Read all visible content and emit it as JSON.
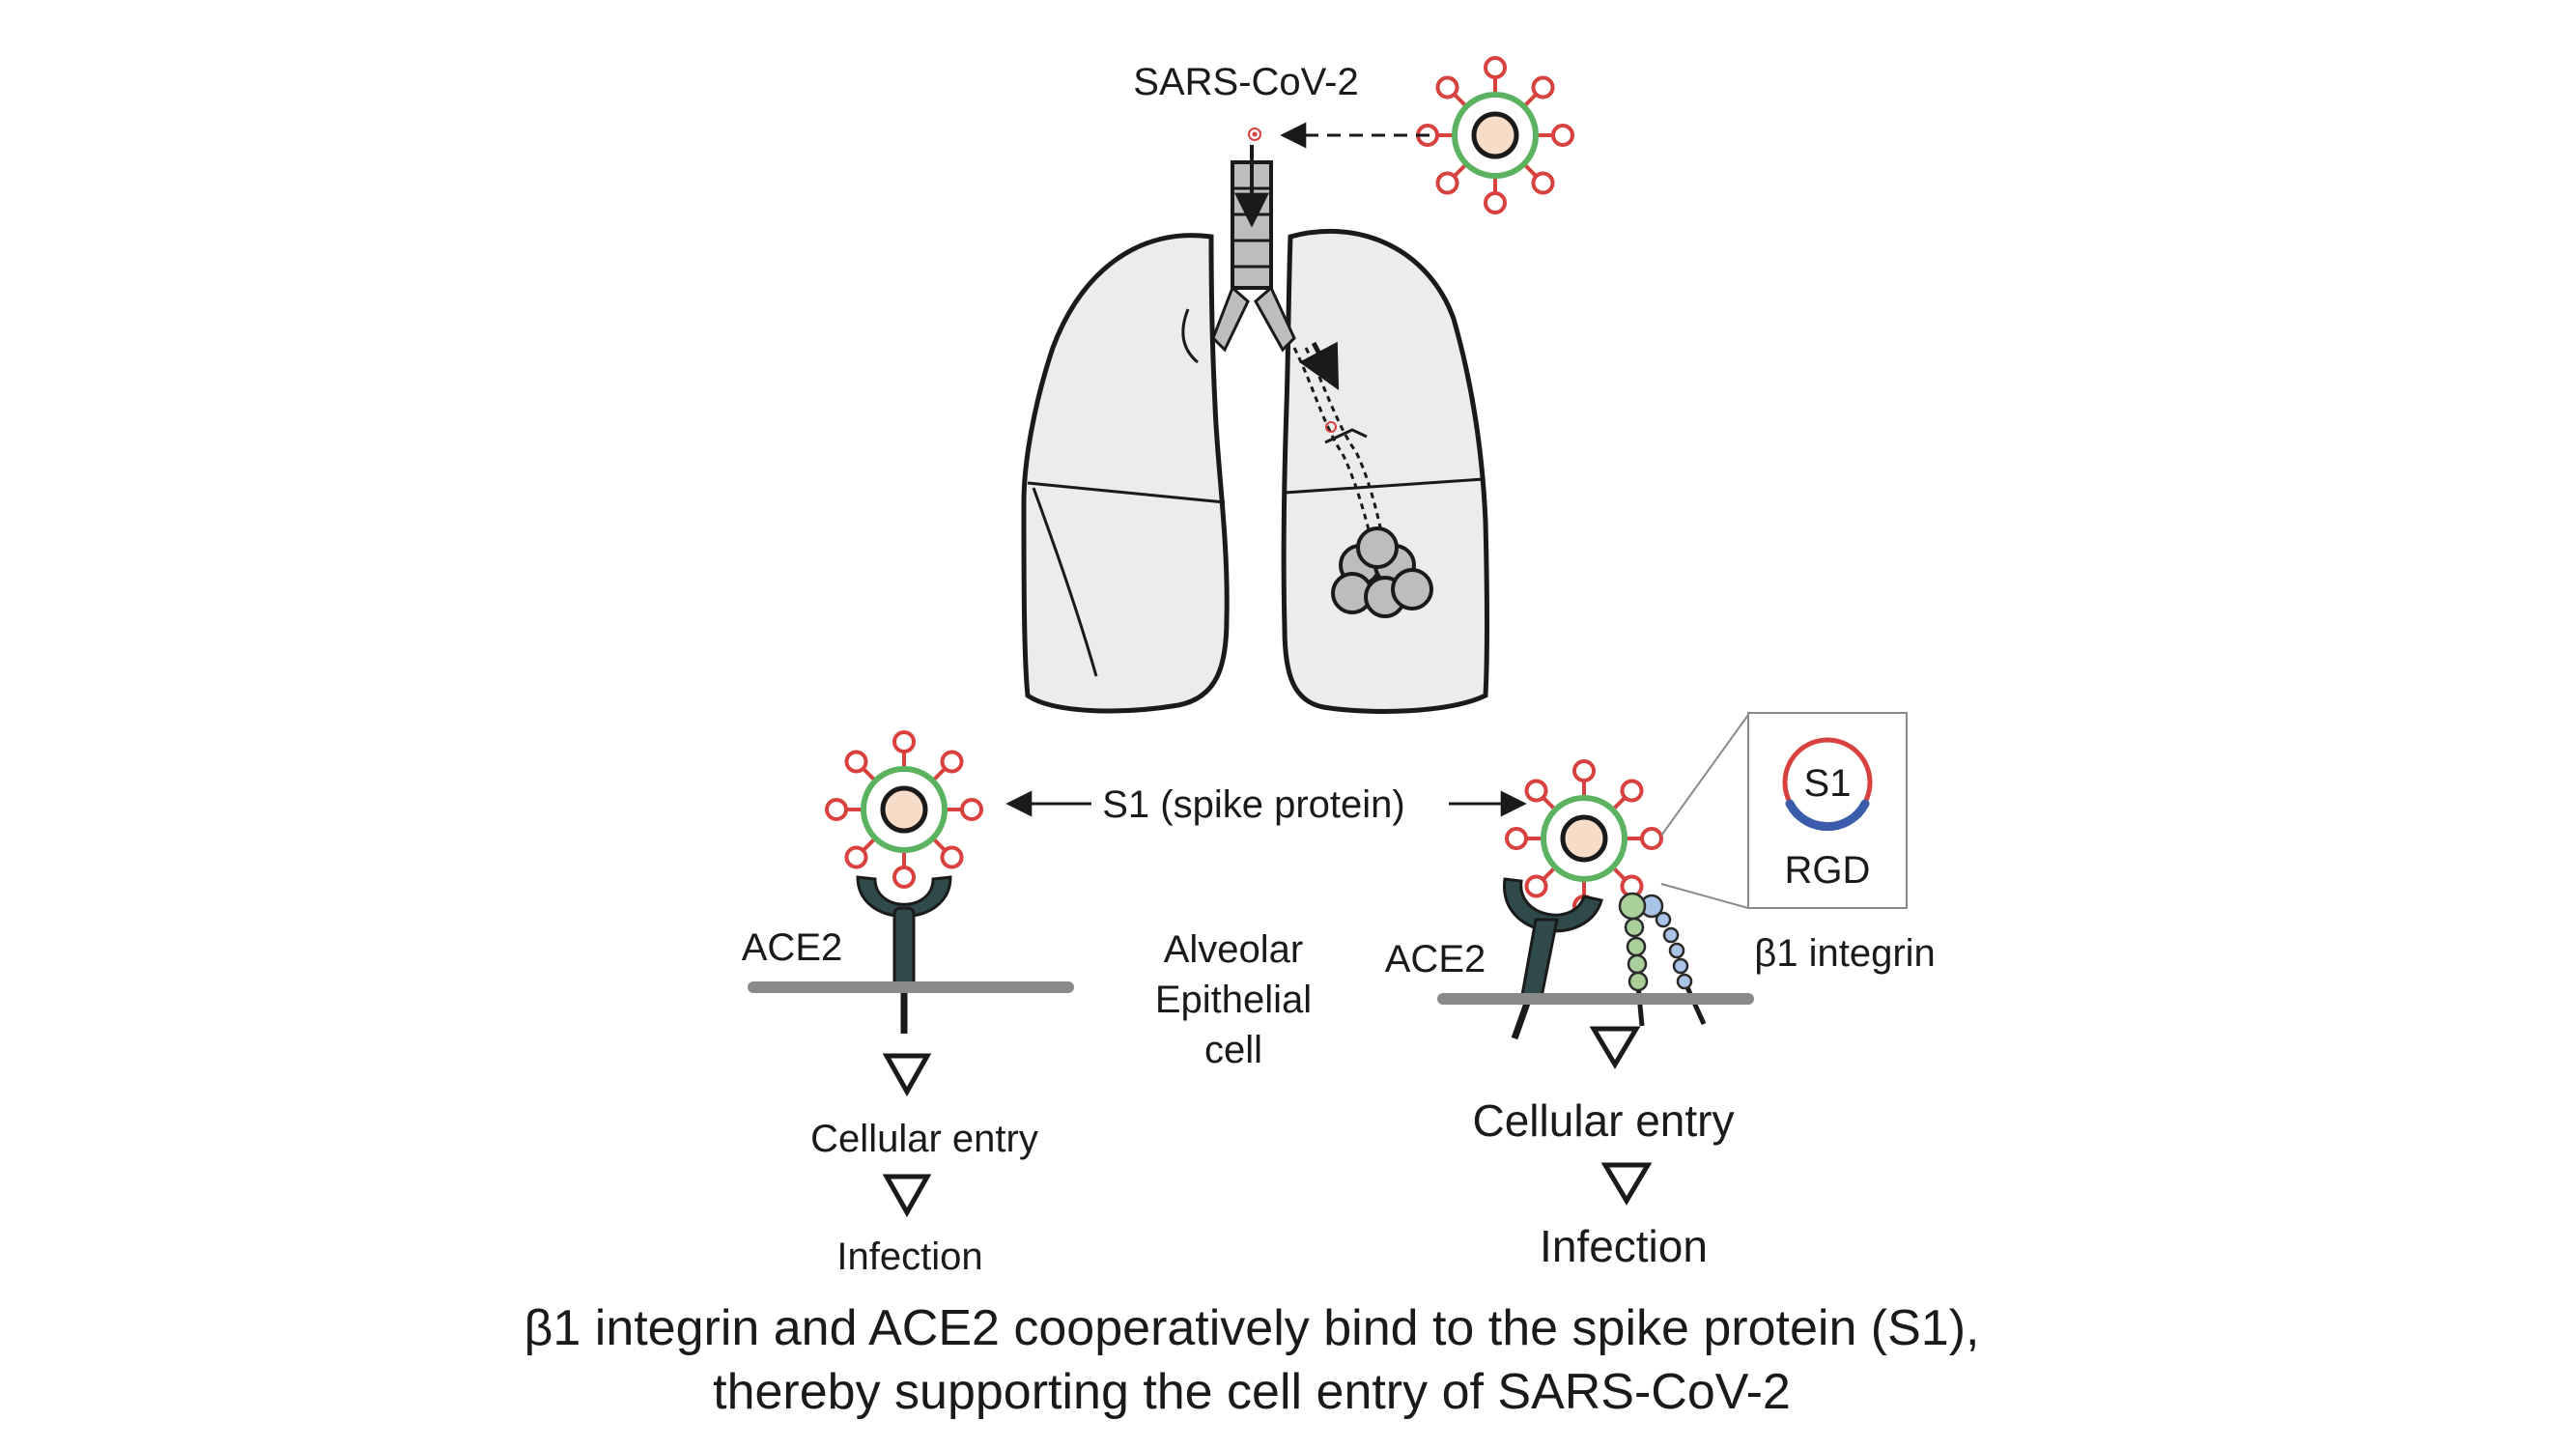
{
  "labels": {
    "virus_name": "SARS-CoV-2",
    "spike_protein": "S1 (spike protein)",
    "ace2_left": "ACE2",
    "ace2_right": "ACE2",
    "cell_line1": "Alveolar",
    "cell_line2": "Epithelial",
    "cell_line3": "cell",
    "integrin": "β1 integrin",
    "entry_left": "Cellular entry",
    "infection_left": "Infection",
    "entry_right": "Cellular entry",
    "infection_right": "Infection",
    "inset_s1": "S1",
    "inset_rgd": "RGD"
  },
  "caption": {
    "line1": "β1 integrin and ACE2 cooperatively bind to the spike protein (S1),",
    "line2": "thereby supporting the cell entry of SARS-CoV-2"
  },
  "colors": {
    "virus_envelope": "#5bb361",
    "virus_core": "#f7dcc8",
    "spike": "#d9413f",
    "lung_fill": "#ececec",
    "ace2": "#2f4a4a",
    "integrin_alpha": "#a9cf9a",
    "integrin_beta": "#a9c4e6",
    "rgd_arc": "#3b5cab",
    "membrane": "#8a8a8a"
  }
}
